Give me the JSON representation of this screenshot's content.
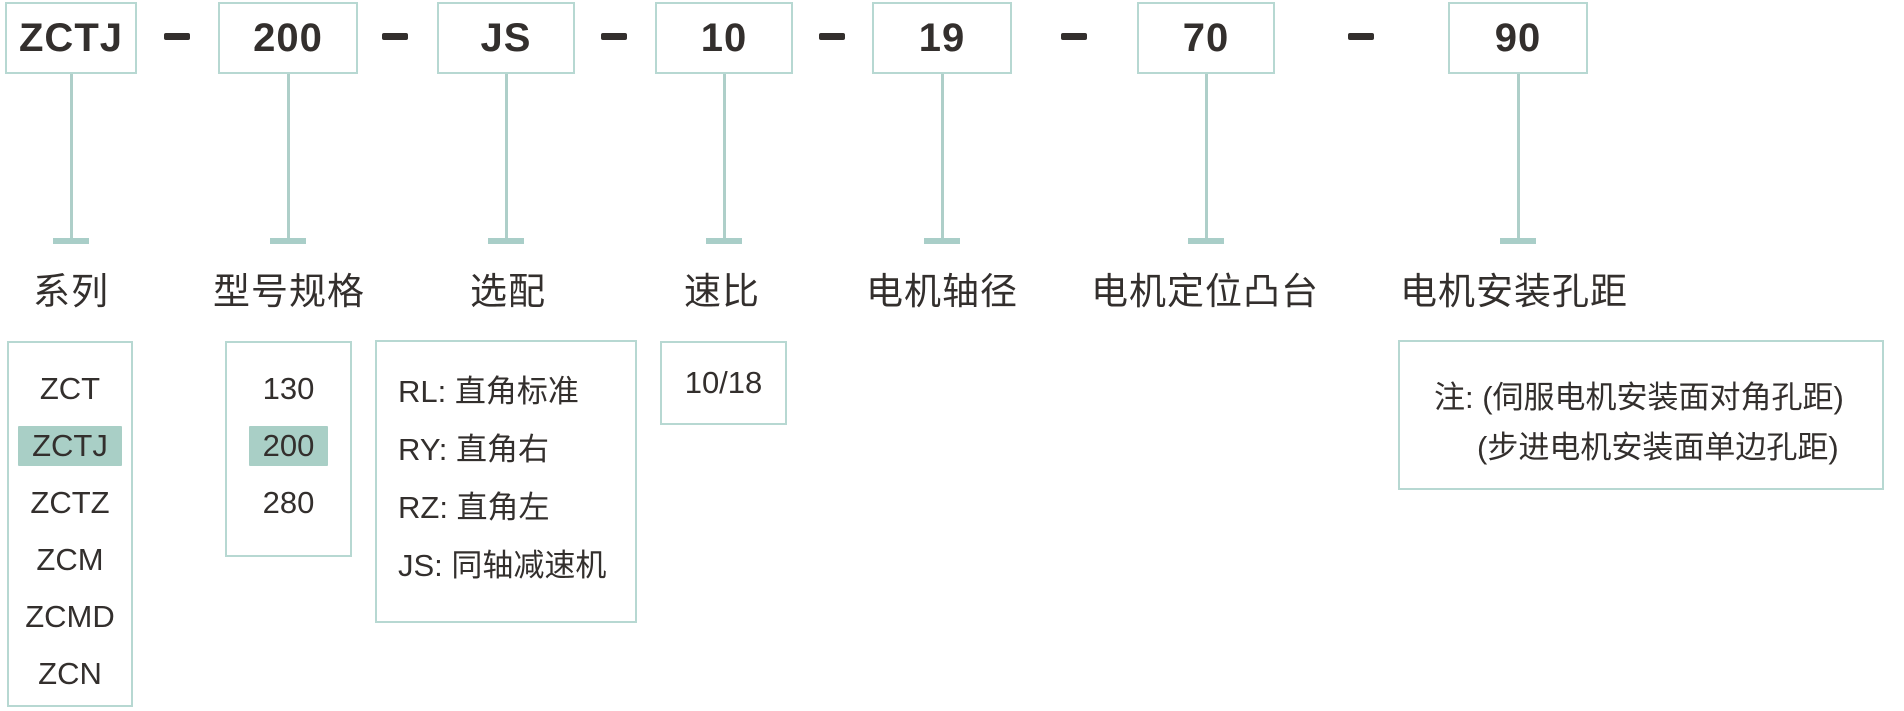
{
  "colors": {
    "box_border": "#b7d8d2",
    "connector_line": "#aecfc9",
    "highlight_bg": "#a9cfc6",
    "text": "#332f2d"
  },
  "code": {
    "parts": [
      "ZCTJ",
      "200",
      "JS",
      "10",
      "19",
      "70",
      "90"
    ],
    "separator": "-"
  },
  "columns": [
    {
      "label": "系列",
      "options": [
        "ZCT",
        "ZCTJ",
        "ZCTZ",
        "ZCM",
        "ZCMD",
        "ZCN"
      ],
      "selected": "ZCTJ"
    },
    {
      "label": "型号规格",
      "options": [
        "130",
        "200",
        "280"
      ],
      "selected": "200"
    },
    {
      "label": "选配",
      "options": [
        "RL: 直角标准",
        "RY: 直角右",
        "RZ: 直角左",
        "JS: 同轴减速机"
      ]
    },
    {
      "label": "速比",
      "options": [
        "10/18"
      ]
    },
    {
      "label": "电机轴径"
    },
    {
      "label": "电机定位凸台"
    },
    {
      "label": "电机安装孔距",
      "note_lines": [
        "注: (伺服电机安装面对角孔距)",
        "(步进电机安装面单边孔距)"
      ]
    }
  ]
}
